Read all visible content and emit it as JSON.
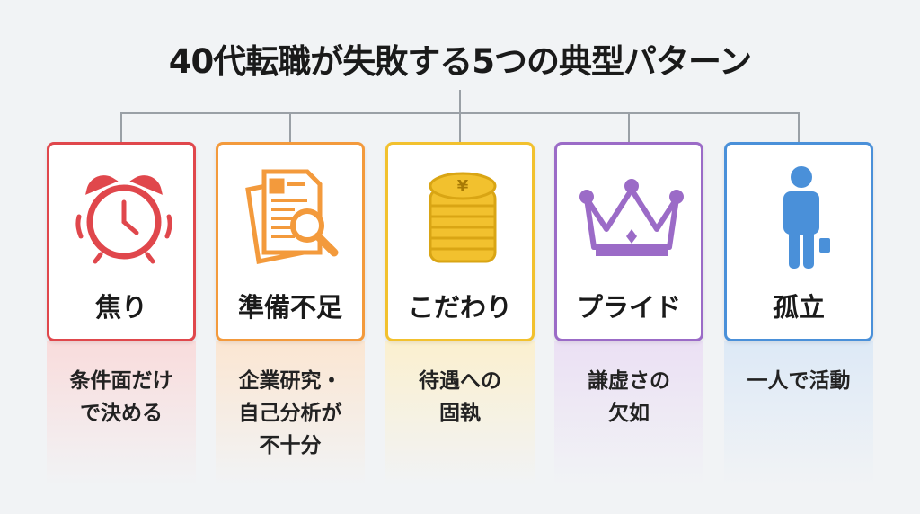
{
  "title": "40代転職が失敗する5つの典型パターン",
  "patterns": [
    {
      "label": "焦り",
      "desc": [
        "条件面だけ",
        "で決める"
      ],
      "icon": "alarm-clock-icon",
      "color": "#e0474c",
      "tint": "#f9dcdc"
    },
    {
      "label": "準備不足",
      "desc": [
        "企業研究・",
        "自己分析が",
        "不十分"
      ],
      "icon": "document-search-icon",
      "color": "#f39a3c",
      "tint": "#fbe6d2"
    },
    {
      "label": "こだわり",
      "desc": [
        "待遇への",
        "固執"
      ],
      "icon": "yen-coins-icon",
      "color": "#f2c12e",
      "tint": "#fbf0cf"
    },
    {
      "label": "プライド",
      "desc": [
        "謙虚さの",
        "欠如"
      ],
      "icon": "crown-icon",
      "color": "#9b6bc7",
      "tint": "#ebe0f4"
    },
    {
      "label": "孤立",
      "desc": [
        "一人で活動"
      ],
      "icon": "person-icon",
      "color": "#4a90d9",
      "tint": "#dde9f6"
    }
  ]
}
